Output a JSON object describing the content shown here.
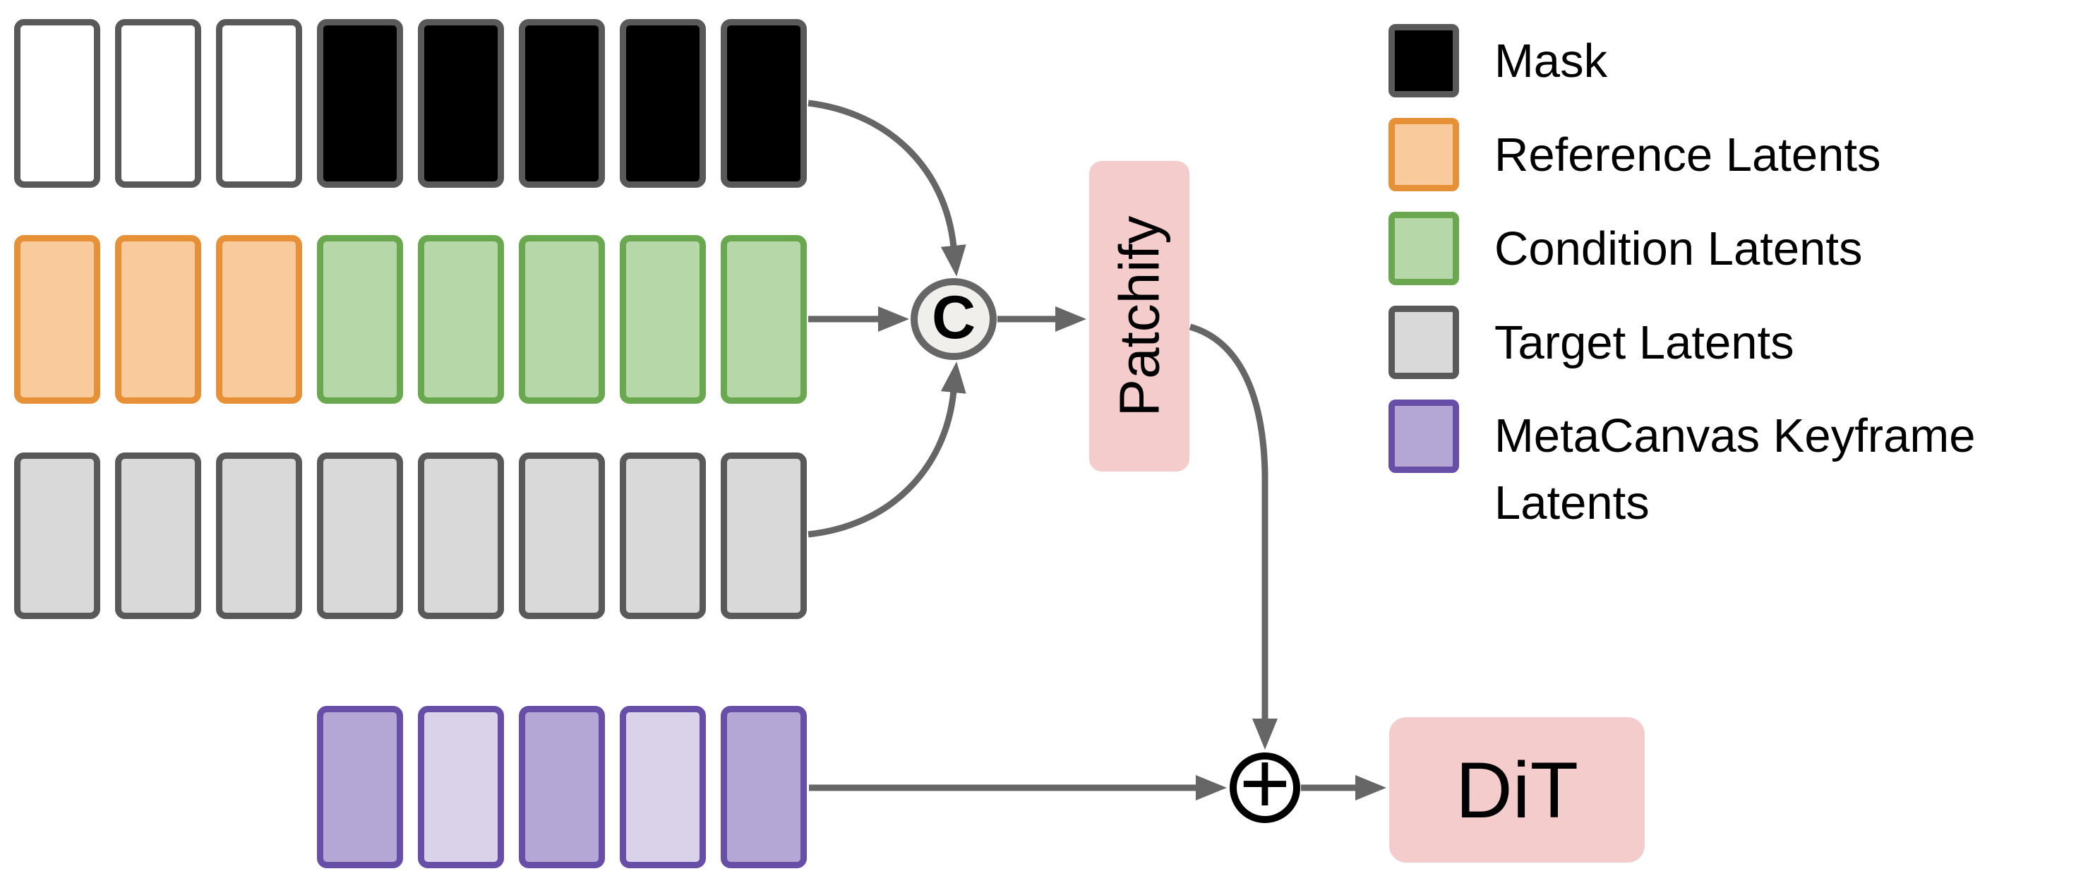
{
  "figure": {
    "nodes": {
      "concat_label": "C",
      "patchify_label": "Patchify",
      "sum_label": "+",
      "dit_label": "DiT"
    },
    "rows": [
      {
        "name": "mask-row",
        "tokens": [
          "white",
          "white",
          "white",
          "black",
          "black",
          "black",
          "black",
          "black"
        ]
      },
      {
        "name": "reference-condition-row",
        "tokens": [
          "orange",
          "orange",
          "orange",
          "green",
          "green",
          "green",
          "green",
          "green"
        ]
      },
      {
        "name": "target-row",
        "tokens": [
          "gray",
          "gray",
          "gray",
          "gray",
          "gray",
          "gray",
          "gray",
          "gray"
        ]
      },
      {
        "name": "metacanvas-keyframe-row",
        "tokens": [
          "purple_dark",
          "purple_light",
          "purple_dark",
          "purple_light",
          "purple_dark"
        ]
      }
    ]
  },
  "legend": {
    "items": [
      {
        "label": "Mask",
        "fill": "#000000",
        "border": "#595959"
      },
      {
        "label": "Reference Latents",
        "fill": "#f9cb9c",
        "border": "#e69138"
      },
      {
        "label": "Condition Latents",
        "fill": "#b6d7a8",
        "border": "#6aa84f"
      },
      {
        "label": "Target Latents",
        "fill": "#d9d9d9",
        "border": "#595959"
      },
      {
        "label": "MetaCanvas Keyframe Latents",
        "fill": "#b4a7d6",
        "border": "#674ea7"
      }
    ]
  },
  "palette": {
    "white_fill": "#ffffff",
    "black_fill": "#000000",
    "rect_border_gray": "#595959",
    "orange_fill": "#f9cb9c",
    "orange_border": "#e69138",
    "green_fill": "#b6d7a8",
    "green_border": "#6aa84f",
    "gray_fill": "#d9d9d9",
    "purple_dark_fill": "#b4a7d6",
    "purple_light_fill": "#d9d2e9",
    "purple_border": "#674ea7",
    "pink_box": "#f4cccc",
    "arrow_gray": "#666666",
    "concat_fill": "#f1efec",
    "concat_border": "#666666"
  }
}
